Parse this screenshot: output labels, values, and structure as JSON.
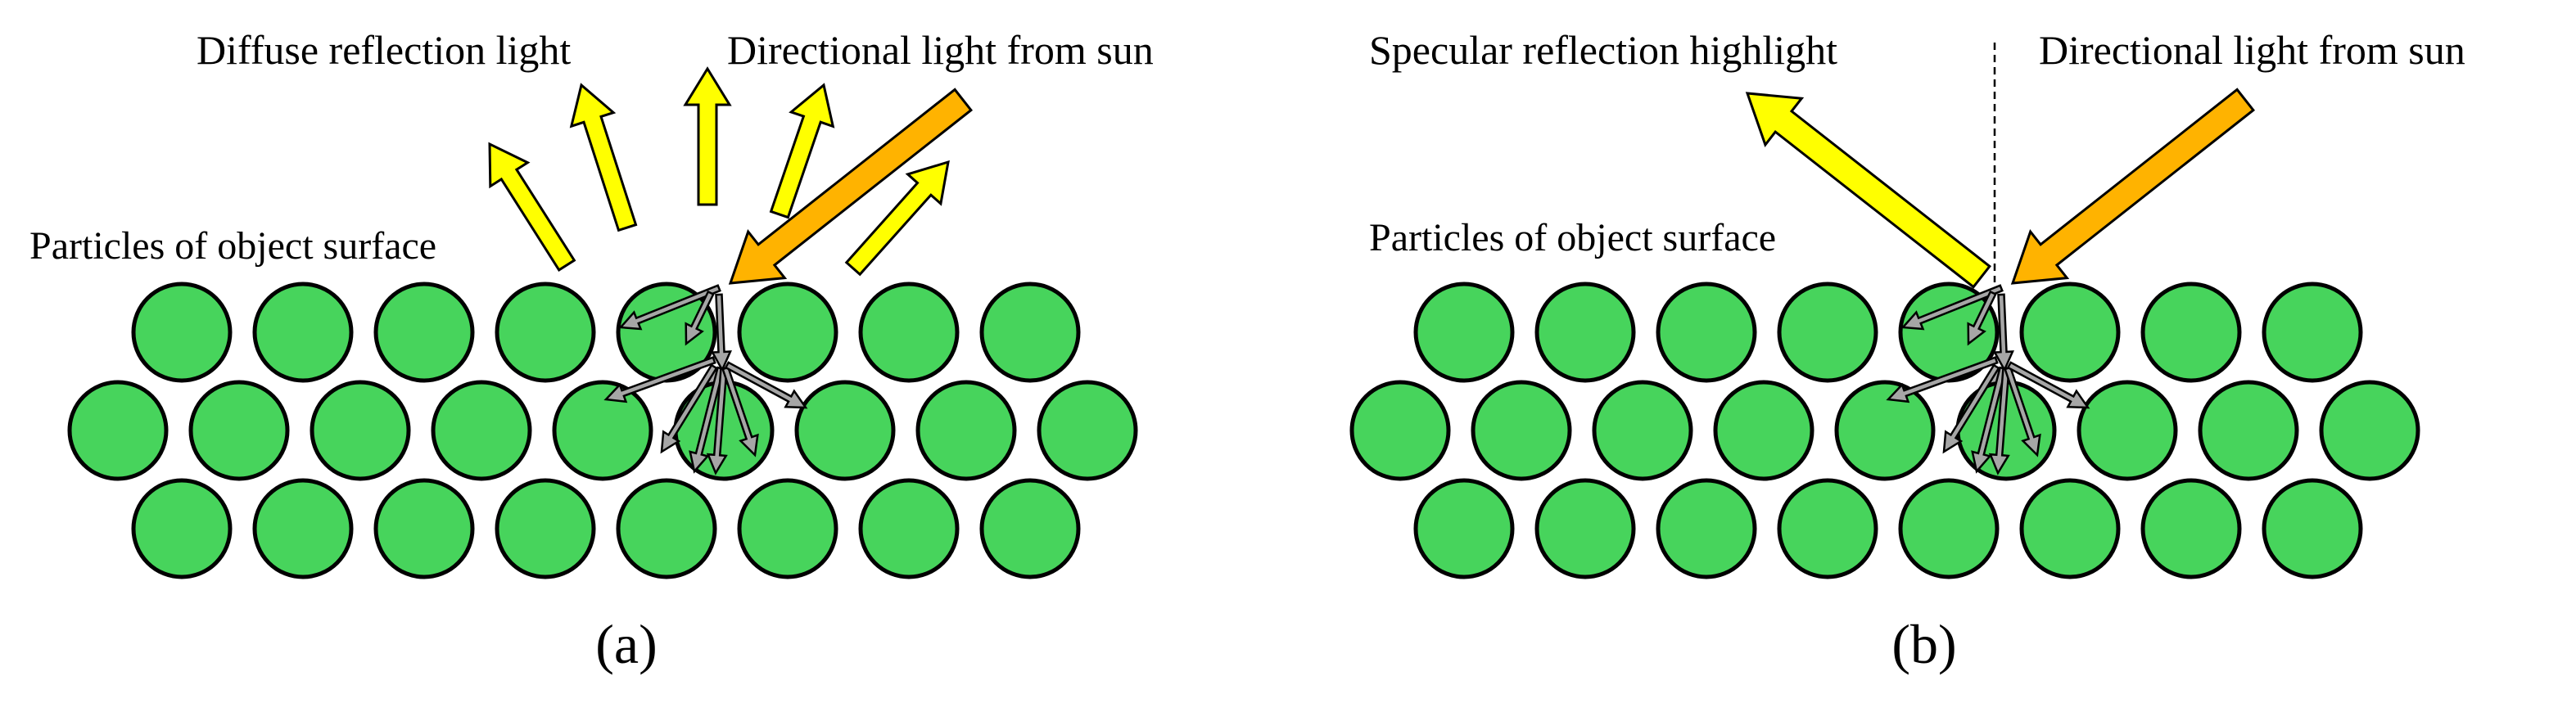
{
  "panels": [
    {
      "caption": "(a)",
      "surface_label": "Particles of object surface",
      "reflection_label": "Diffuse reflection light",
      "sun_label": "Directional light from sun",
      "reflection_type": "diffuse"
    },
    {
      "caption": "(b)",
      "surface_label": "Particles of object surface",
      "reflection_label": "Specular reflection highlight",
      "sun_label": "Directional light from sun",
      "reflection_type": "specular"
    }
  ],
  "colors": {
    "particle_fill": "#47d45c",
    "particle_stroke": "#000000",
    "reflected_light": "#ffff00",
    "sun_light": "#ffb300",
    "scatter_arrow": "#a6a6a6",
    "normal_line": "#000000"
  }
}
